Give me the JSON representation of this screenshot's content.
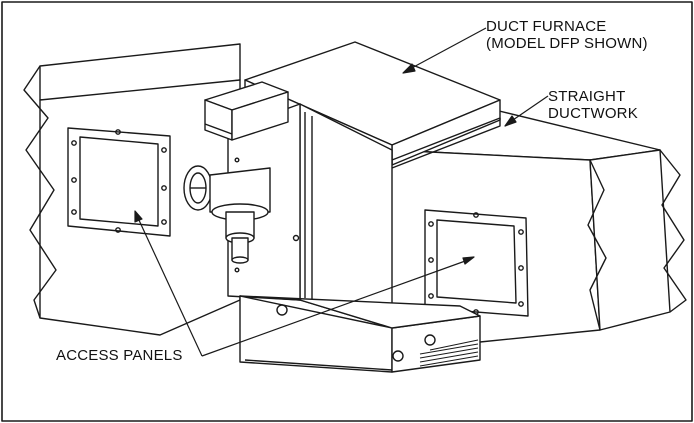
{
  "labels": {
    "duct_furnace": {
      "line1": "DUCT FURNACE",
      "line2": "(MODEL DFP SHOWN)"
    },
    "straight_ductwork": {
      "line1": "STRAIGHT",
      "line2": "DUCTWORK"
    },
    "access_panels": {
      "line1": "ACCESS PANELS"
    }
  },
  "colors": {
    "line": "#1a1a1a",
    "fill": "#ffffff",
    "shade": "#dcdcdc"
  }
}
